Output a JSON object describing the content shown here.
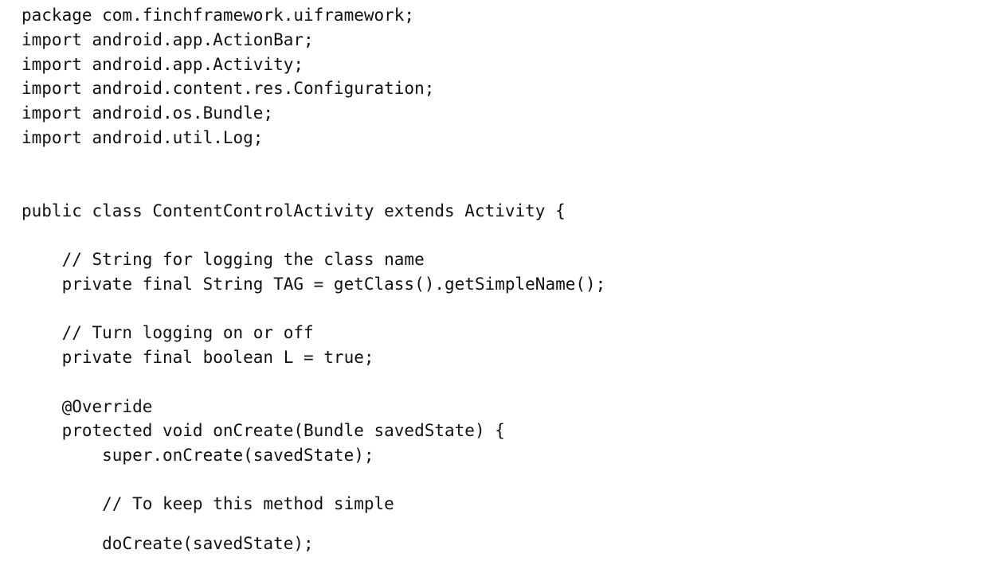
{
  "document": {
    "lines": [
      "package com.finchframework.uiframework;",
      "import android.app.ActionBar;",
      "import android.app.Activity;",
      "import android.content.res.Configuration;",
      "import android.os.Bundle;",
      "import android.util.Log;",
      "public class ContentControlActivity extends Activity {",
      "    // String for logging the class name",
      "    private final String TAG = getClass().getSimpleName();",
      "    // Turn logging on or off",
      "    private final boolean L = true;",
      "    @Override",
      "    protected void onCreate(Bundle savedState) {",
      "        super.onCreate(savedState);",
      "        // To keep this method simple",
      "        doCreate(savedState);"
    ]
  }
}
